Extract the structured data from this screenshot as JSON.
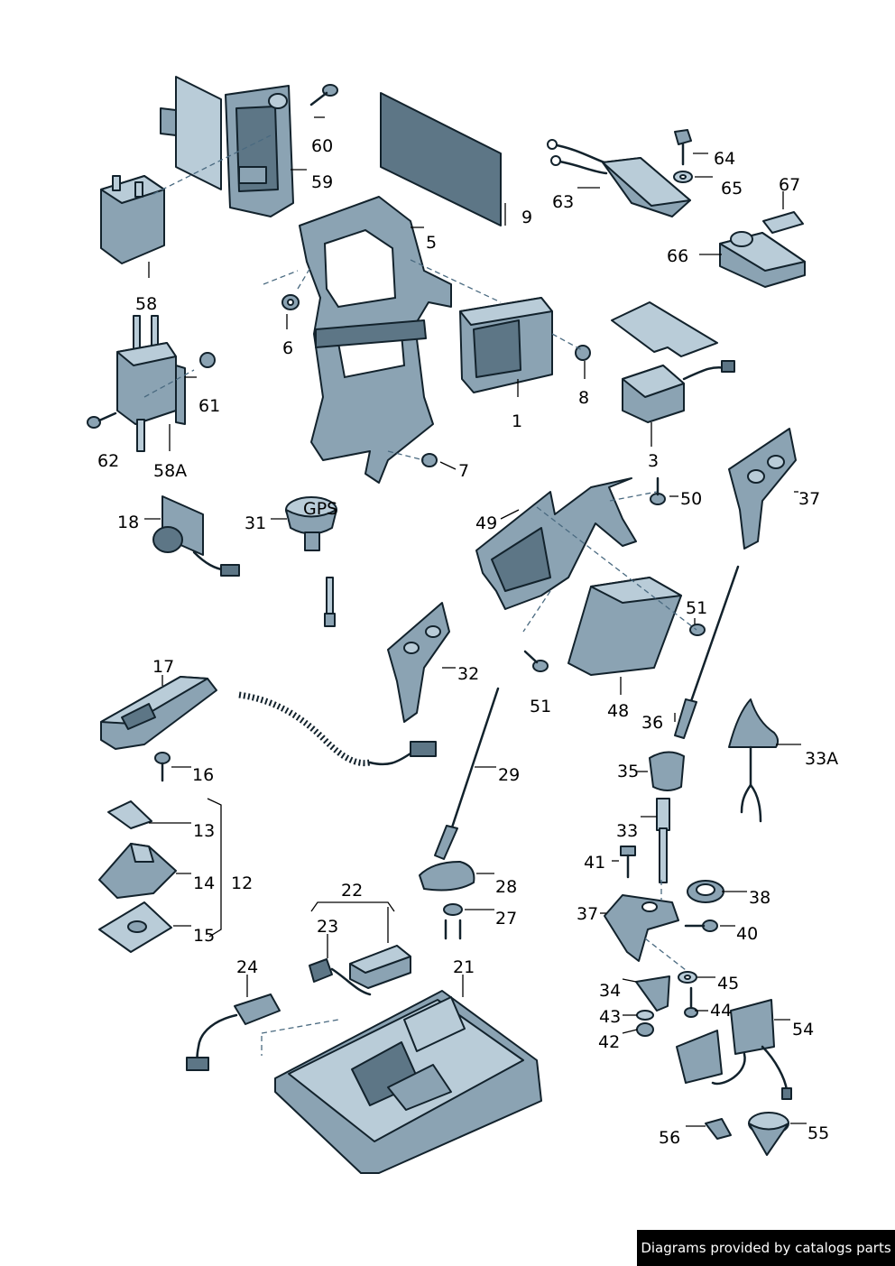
{
  "callouts": {
    "p1": "1",
    "p3": "3",
    "p5": "5",
    "p6": "6",
    "p7": "7",
    "p8": "8",
    "p9": "9",
    "p12": "12",
    "p13": "13",
    "p14": "14",
    "p15": "15",
    "p16": "16",
    "p17": "17",
    "p18": "18",
    "p21": "21",
    "p22": "22",
    "p23": "23",
    "p24": "24",
    "p27": "27",
    "p28": "28",
    "p29": "29",
    "p31": "31",
    "p32": "32",
    "p33": "33",
    "p33A": "33A",
    "p34": "34",
    "p35": "35",
    "p36": "36",
    "p37a": "37",
    "p37b": "37",
    "p38": "38",
    "p40": "40",
    "p41": "41",
    "p42": "42",
    "p43": "43",
    "p44": "44",
    "p45": "45",
    "p48": "48",
    "p49": "49",
    "p50": "50",
    "p51a": "51",
    "p51b": "51",
    "p54": "54",
    "p55": "55",
    "p56": "56",
    "p58": "58",
    "p58A": "58A",
    "p59": "59",
    "p60": "60",
    "p61": "61",
    "p62": "62",
    "p63": "63",
    "p64": "64",
    "p65": "65",
    "p66": "66",
    "p67": "67"
  },
  "gps_button_text": "GPS",
  "credit": "Diagrams provided by catalogs parts",
  "colors": {
    "part_fill": "#8ba3b3",
    "part_light": "#b9ccd8",
    "part_dark": "#5d7686",
    "outline": "#12222c",
    "credit_bg": "#000000",
    "credit_text": "#ffffff"
  }
}
